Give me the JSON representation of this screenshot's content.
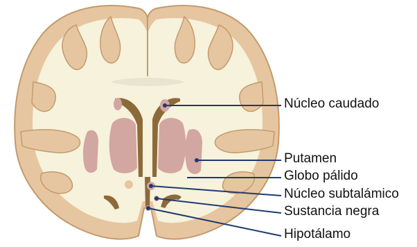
{
  "colors": {
    "cortex": "#e6c6a0",
    "cortex_edge": "#c49a6c",
    "white_matter": "#f6f2dc",
    "ventricle": "#8d6a3a",
    "nucleus": "#d2a6a1",
    "leader_line": "#1f3a6e"
  },
  "labels": [
    {
      "id": "nucleo-caudado",
      "text": "Núcleo caudado"
    },
    {
      "id": "putamen",
      "text": "Putamen"
    },
    {
      "id": "globo-palido",
      "text": "Globo pálido"
    },
    {
      "id": "nucleo-subtalamico",
      "text": "Núcleo subtalámico"
    },
    {
      "id": "sustancia-negra",
      "text": "Sustancia negra"
    },
    {
      "id": "hipotalamo",
      "text": "Hipotálamo"
    }
  ]
}
